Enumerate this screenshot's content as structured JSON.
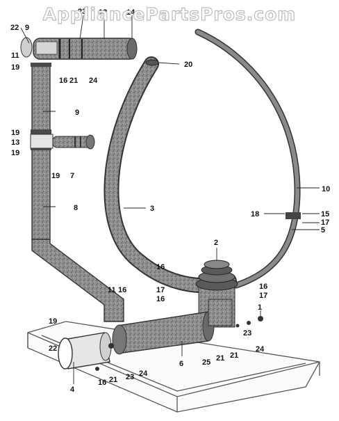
{
  "watermark": "AppliancePartsPros.com",
  "callouts": [
    "22",
    "9",
    "23",
    "12",
    "14",
    "11",
    "19",
    "16",
    "21",
    "24",
    "20",
    "9",
    "19",
    "13",
    "19",
    "19",
    "7",
    "10",
    "8",
    "3",
    "18",
    "15",
    "17",
    "5",
    "2",
    "16",
    "11",
    "16",
    "17",
    "16",
    "16",
    "17",
    "1",
    "19",
    "22",
    "24",
    "23",
    "21",
    "21",
    "25",
    "6",
    "4",
    "16",
    "21",
    "23",
    "24"
  ],
  "colors": {
    "hose_fill": "#8d8d8d",
    "hose_dark": "#3c3c3c",
    "platform_line": "#555555",
    "background": "#ffffff"
  }
}
